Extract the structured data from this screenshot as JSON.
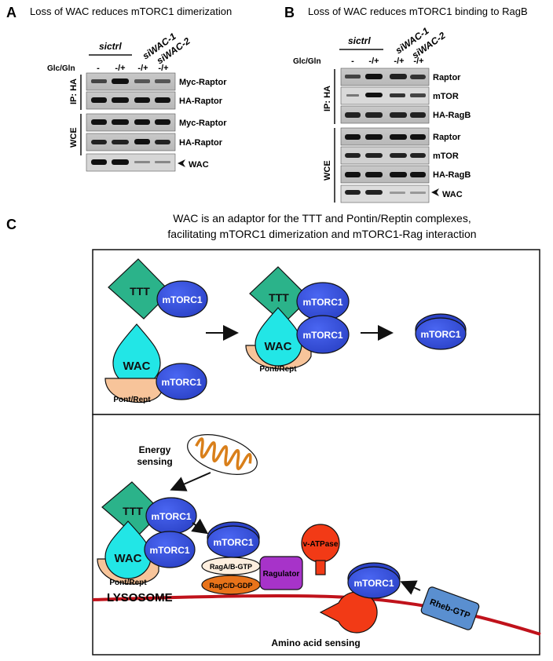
{
  "panelA": {
    "letter": "A",
    "title": "Loss of WAC reduces mTORC1 dimerization",
    "groups": [
      "sictrl",
      "siWAC-1",
      "siWAC-2"
    ],
    "condition_label": "Glc/Gln",
    "lanes": [
      "-",
      "-/+",
      "-/+",
      "-/+"
    ],
    "side_labels": [
      "IP: HA",
      "WCE"
    ],
    "bands": [
      "Myc-Raptor",
      "HA-Raptor",
      "Myc-Raptor",
      "HA-Raptor",
      "WAC"
    ]
  },
  "panelB": {
    "letter": "B",
    "title": "Loss of WAC reduces mTORC1 binding to RagB",
    "groups": [
      "sictrl",
      "siWAC-1",
      "siWAC-2"
    ],
    "condition_label": "Glc/Gln",
    "lanes": [
      "-",
      "-/+",
      "-/+",
      "-/+"
    ],
    "side_labels": [
      "IP: HA",
      "WCE"
    ],
    "bands": [
      "Raptor",
      "mTOR",
      "HA-RagB",
      "Raptor",
      "mTOR",
      "HA-RagB",
      "WAC"
    ]
  },
  "panelC": {
    "letter": "C",
    "title_line1": "WAC is an adaptor for the TTT and Pontin/Reptin complexes,",
    "title_line2": "facilitating mTORC1 dimerization and mTORC1-Rag interaction",
    "top": {
      "ttt": "TTT",
      "mtorc1": "mTORC1",
      "wac": "WAC",
      "pont": "Pont/Rept"
    },
    "bottom": {
      "energy_line1": "Energy",
      "energy_line2": "sensing",
      "ttt": "TTT",
      "wac": "WAC",
      "mtorc1": "mTORC1",
      "pont": "Pont/Rept",
      "raga": "RagA/B-GTP",
      "ragc": "RagC/D-GDP",
      "ragulator": "Ragulator",
      "vatpase": "v-ATPase",
      "lysosome": "LYSOSOME",
      "rheb": "Rheb-GTP",
      "amino": "Amino acid sensing"
    }
  },
  "colors": {
    "mtorc1": "#3a55e6",
    "ttt": "#2bb38a",
    "wac": "#22e6e6",
    "pont": "#f7c49a",
    "ragulator": "#a733c9",
    "vatpase": "#f23a16",
    "rheb": "#5a8fd0",
    "membrane": "#c0121b",
    "raga": "#fdeede",
    "ragc": "#e8731a"
  }
}
